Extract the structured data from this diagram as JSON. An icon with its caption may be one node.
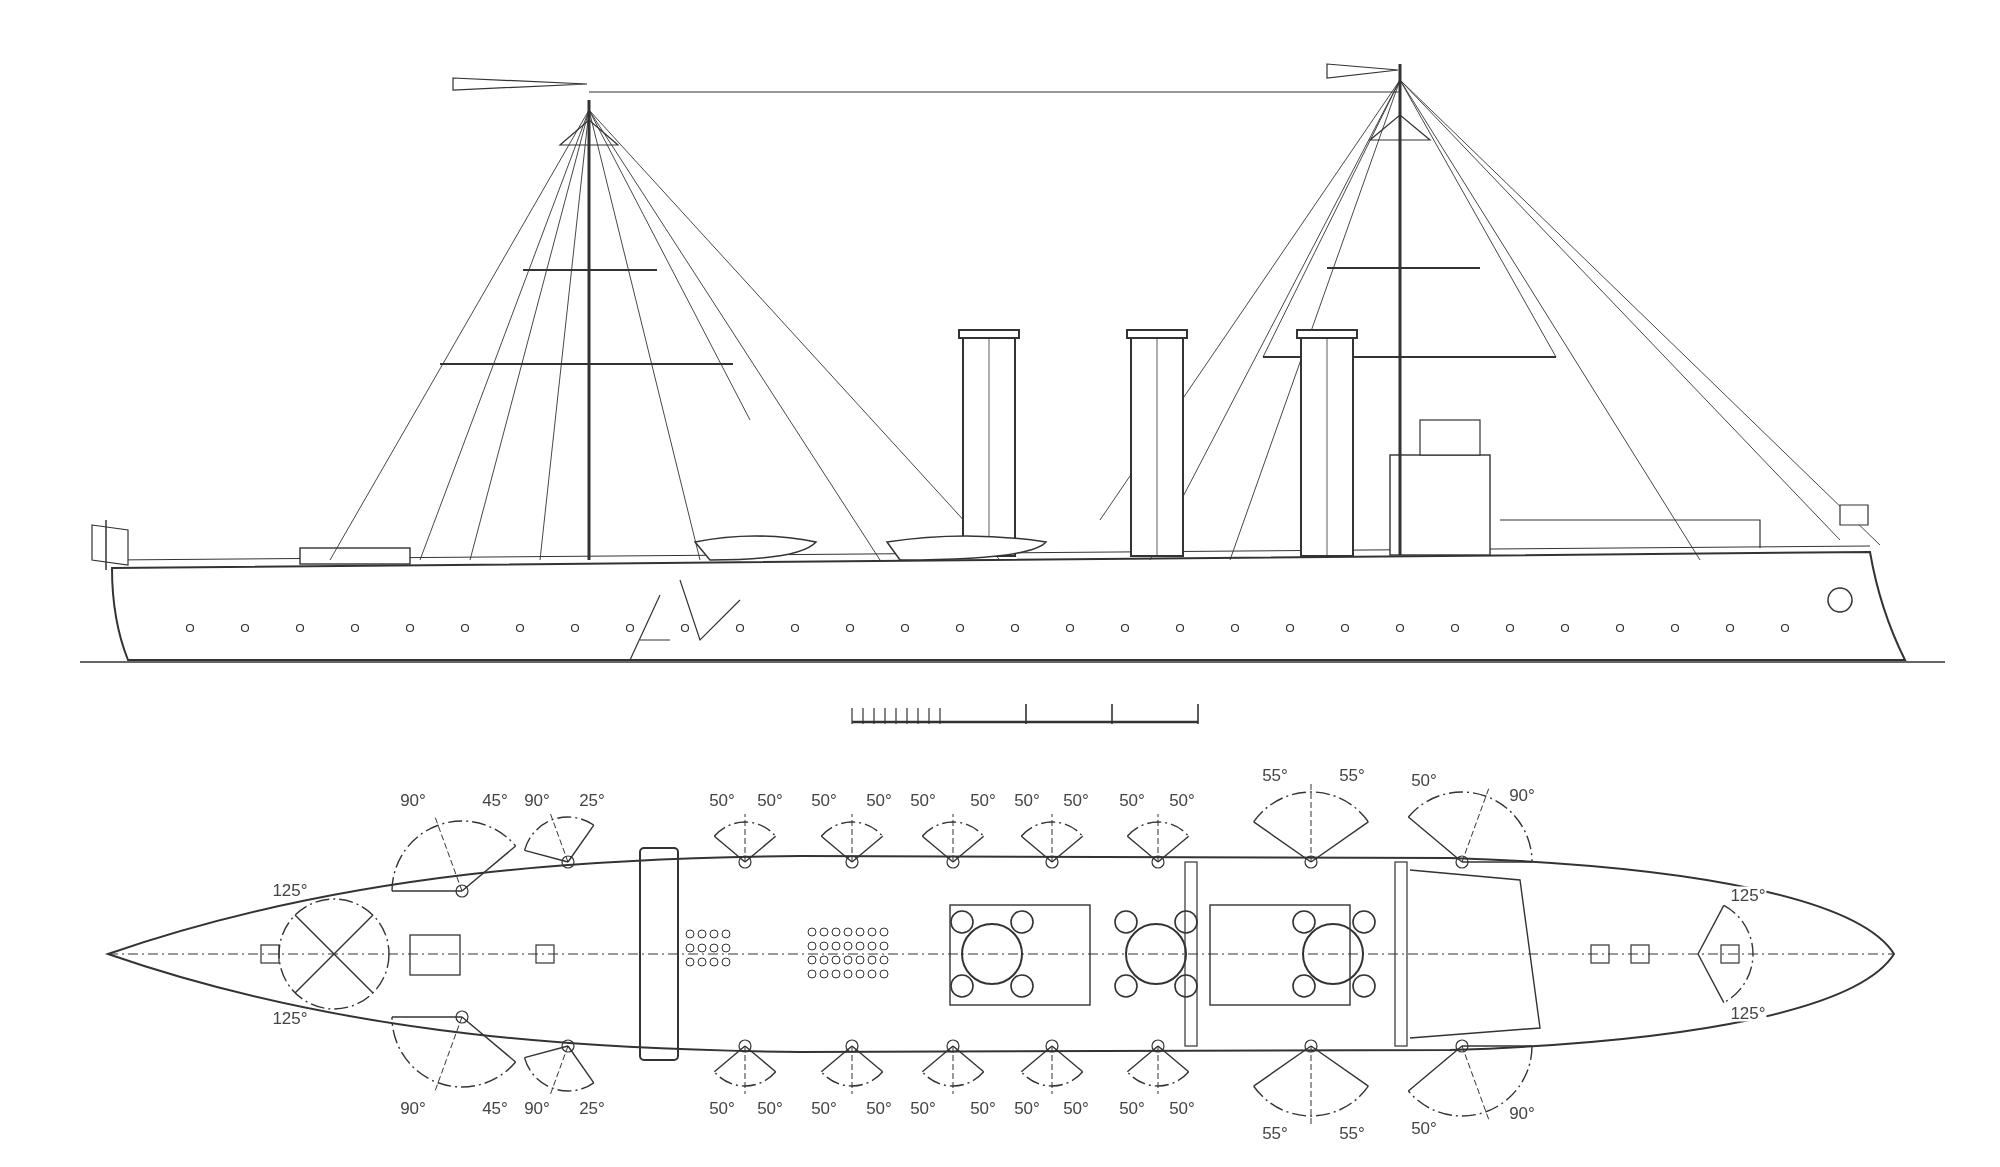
{
  "diagram": {
    "labels": [
      "90°",
      "45°",
      "90°",
      "25°",
      "50°",
      "50°",
      "50°",
      "50°",
      "50°",
      "50°",
      "50°",
      "50°",
      "50°",
      "50°",
      "55°",
      "55°",
      "50°",
      "90°",
      "125°",
      "125°",
      "125°",
      "125°",
      "90°",
      "45°",
      "90°",
      "25°",
      "50°",
      "50°",
      "50°",
      "50°",
      "50°",
      "50°",
      "50°",
      "50°",
      "50°",
      "50°",
      "55°",
      "55°",
      "50°",
      "90°"
    ]
  }
}
